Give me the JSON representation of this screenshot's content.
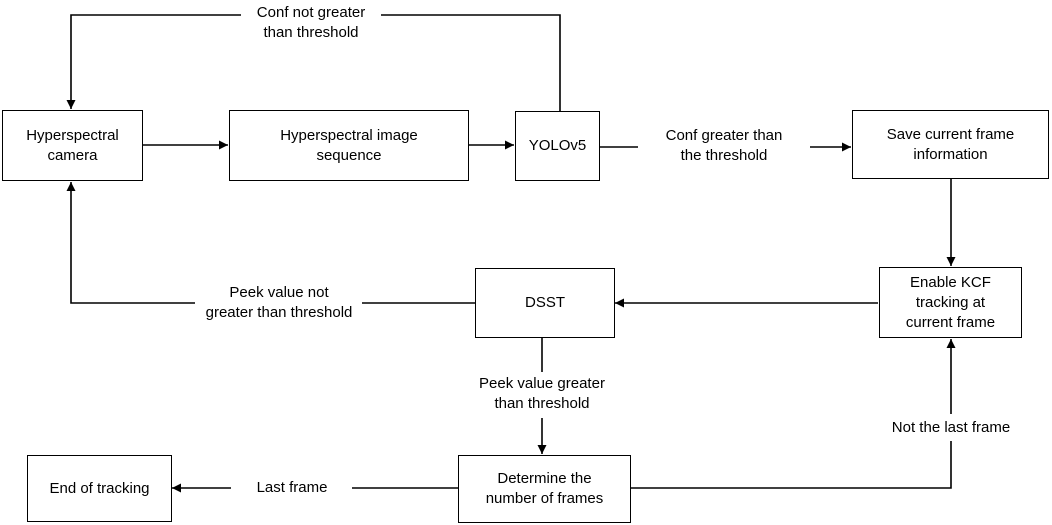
{
  "nodes": {
    "camera": [
      "Hyperspectral",
      "camera"
    ],
    "sequence": [
      "Hyperspectral image",
      "sequence"
    ],
    "yolo": [
      "YOLOv5"
    ],
    "save": [
      "Save current frame",
      "information"
    ],
    "kcf": [
      "Enable KCF",
      "tracking at",
      "current frame"
    ],
    "dsst": [
      "DSST"
    ],
    "determine": [
      "Determine the",
      "number of frames"
    ],
    "end": [
      "End of tracking"
    ]
  },
  "labels": {
    "conf_not": [
      "Conf not greater",
      "than threshold"
    ],
    "conf_greater": [
      "Conf greater than",
      "the threshold"
    ],
    "peek_not": [
      "Peek value not",
      "greater than threshold"
    ],
    "peek_greater": [
      "Peek value greater",
      "than threshold"
    ],
    "not_last": [
      "Not the last frame"
    ],
    "last": [
      "Last frame"
    ]
  }
}
